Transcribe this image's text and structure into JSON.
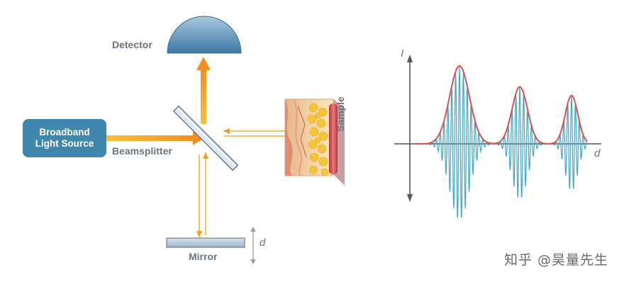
{
  "labels": {
    "detector": "Detector",
    "light_source_line1": "Broadband",
    "light_source_line2": "Light Source",
    "beamsplitter": "Beamsplitter",
    "sample": "Sample",
    "mirror": "Mirror",
    "mirror_travel": "d",
    "plot_y_axis": "I",
    "plot_x_axis": "d"
  },
  "watermark": "知乎 @昊量先生",
  "colors": {
    "light_source_box": "#3f87ad",
    "beam_orange": "#f5a22a",
    "beam_yellow": "#f7cf3e",
    "detector_dome": "#4f86b0",
    "envelope_red": "#d9534f",
    "fringe_teal": "#43a7c3",
    "axis": "#5a6068",
    "label_gray": "#6b7480"
  },
  "signal_packets": [
    {
      "center_d": 0.0,
      "relative_amplitude": 1.0
    },
    {
      "center_d": 1.0,
      "relative_amplitude": 0.73
    },
    {
      "center_d": 2.0,
      "relative_amplitude": 0.62
    }
  ]
}
